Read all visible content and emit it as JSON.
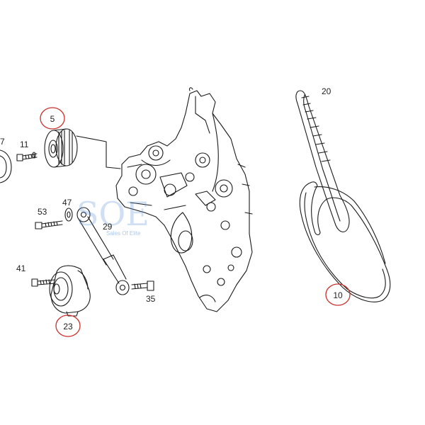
{
  "callouts": {
    "c5": "5",
    "c23": "23",
    "c10": "10",
    "c7": "7",
    "c11": "11",
    "c47": "47",
    "c53": "53",
    "c29": "29",
    "c41": "41",
    "c35": "35",
    "c20": "20"
  },
  "watermark": {
    "logo": "SOE",
    "tagline": "Sales Of Elite"
  },
  "colors": {
    "line": "#1a1a1a",
    "callout_ring": "#c8302c",
    "watermark": "#5b8fd6"
  }
}
